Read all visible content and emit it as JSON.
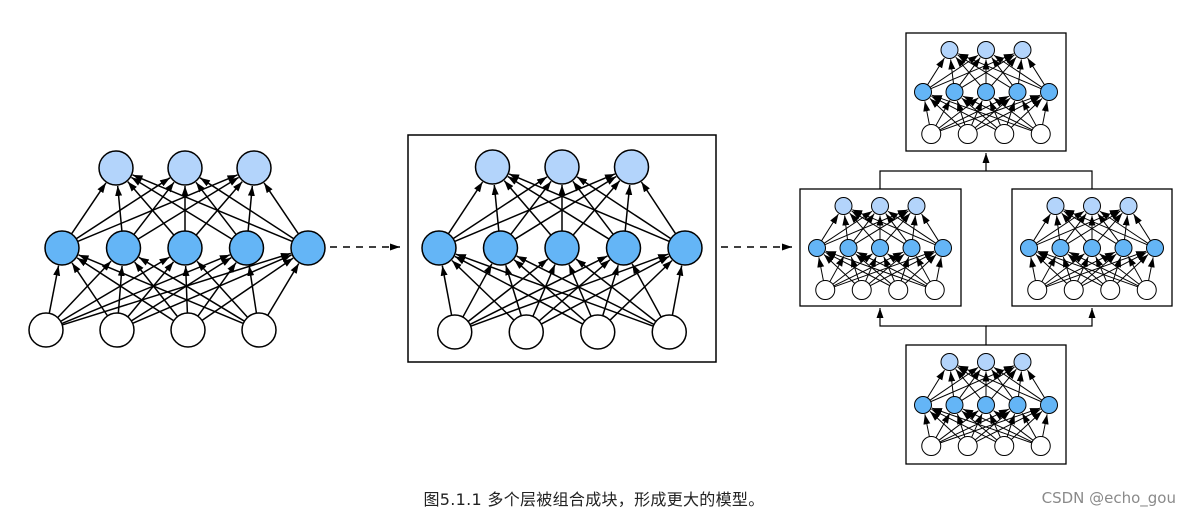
{
  "caption": "图5.1.1  多个层被组合成块，形成更大的模型。",
  "watermark": "CSDN @echo_gou",
  "colors": {
    "input_node": "#ffffff",
    "hidden_node": "#64b5f6",
    "output_node": "#b3d4fb",
    "stroke": "#000000",
    "background": "#ffffff"
  },
  "network": {
    "inputs": 4,
    "hidden": 5,
    "outputs": 3
  }
}
